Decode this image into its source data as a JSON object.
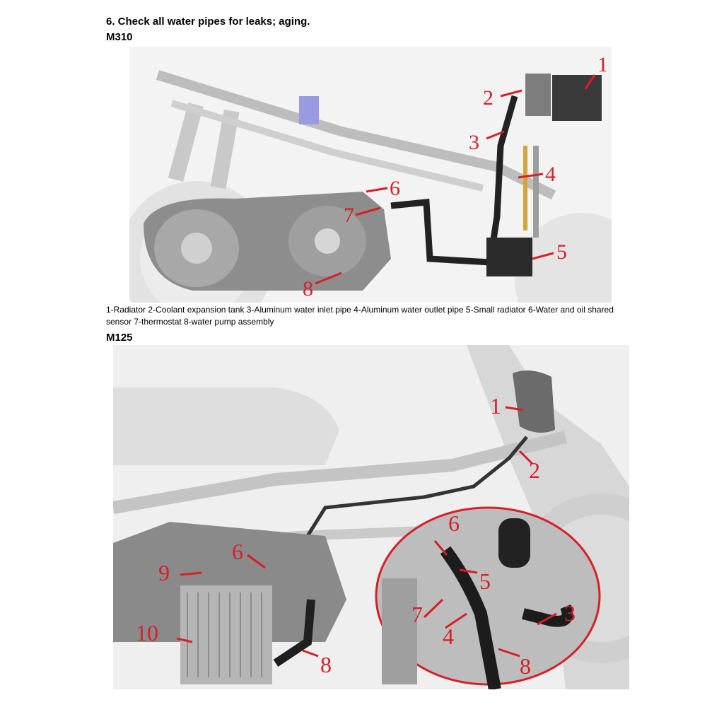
{
  "page": {
    "title": "6. Check all water pipes for leaks; aging.",
    "m310_label": "M310",
    "m125_label": "M125",
    "caption": "1-Radiator 2-Coolant expansion tank 3-Aluminum water inlet pipe 4-Aluminum water outlet pipe 5-Small radiator 6-Water and oil shared sensor 7-thermostat 8-water pump assembly"
  },
  "m310_callouts": [
    "1",
    "2",
    "3",
    "4",
    "5",
    "6",
    "7",
    "8"
  ],
  "m125_callouts": [
    "1",
    "2",
    "3",
    "4",
    "5",
    "6",
    "6",
    "7",
    "8",
    "8",
    "9",
    "10"
  ],
  "colors": {
    "callout": "#d81f26",
    "text": "#000000"
  }
}
